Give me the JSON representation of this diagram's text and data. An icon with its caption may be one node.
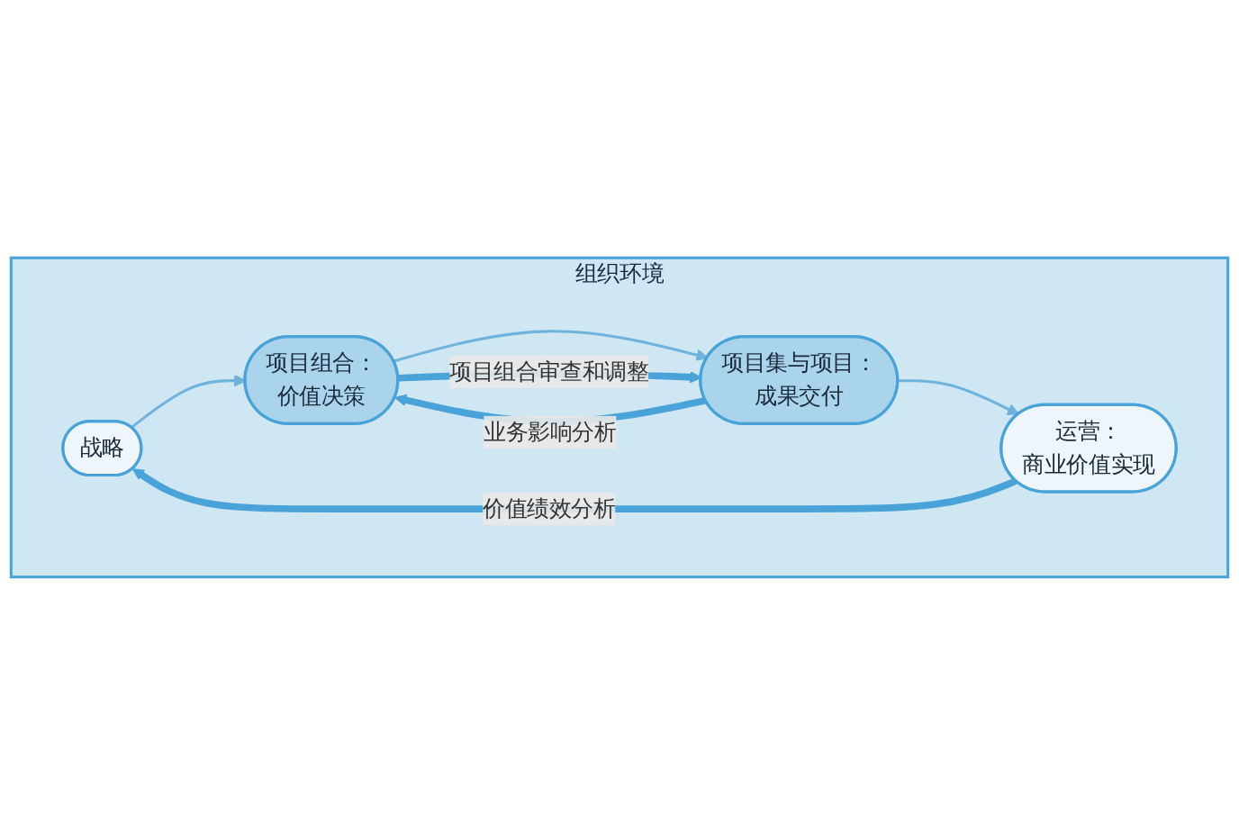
{
  "diagram": {
    "nodes": [
      {
        "text": [
          "组织环境"
        ]
      },
      {
        "text": [
          "战略"
        ],
        "in": 0
      },
      {
        "text": [
          "项目组合：",
          "价值决策"
        ],
        "in": 0
      },
      {
        "text": [
          "项目集与项目：",
          "成果交付"
        ],
        "in": 0
      },
      {
        "text": [
          "运营：",
          "商业价值实现"
        ],
        "in": 0
      }
    ],
    "edges": [
      {
        "from": 1,
        "to": 2,
        "arrow": "to"
      },
      {
        "from": 2,
        "to": 3,
        "arrow": "to"
      },
      {
        "from": 3,
        "to": 4,
        "arrow": "to"
      },
      {
        "from": 2,
        "to": 3,
        "arrow": "to",
        "label": "项目组合审查和调整",
        "style": "thick",
        "color": "#4aa3d8"
      },
      {
        "from": 3,
        "to": 2,
        "arrow": "to",
        "label": "业务影响分析",
        "style": "thick",
        "color": "#4aa3d8"
      },
      {
        "from": 4,
        "to": 1,
        "arrow": "to",
        "label": "价值绩效分析",
        "style": "thick",
        "color": "#4aa3d8"
      }
    ]
  }
}
